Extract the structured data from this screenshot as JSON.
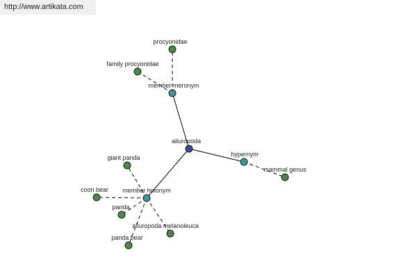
{
  "banner": {
    "url": "http://www.artikata.com"
  },
  "colors": {
    "root": "#3d4c9a",
    "relation": "#3f9898",
    "leaf": "#4b8a42"
  },
  "nodes": [
    {
      "id": "ailuropoda",
      "label": "ailuropoda",
      "kind": "root"
    },
    {
      "id": "member-meronym",
      "label": "member meronym",
      "kind": "relation"
    },
    {
      "id": "hypernym",
      "label": "hypernym",
      "kind": "relation"
    },
    {
      "id": "member-holonym",
      "label": "member holonym",
      "kind": "relation"
    },
    {
      "id": "procyonidae",
      "label": "procyonidae",
      "kind": "leaf"
    },
    {
      "id": "family-procyonidae",
      "label": "family procyonidae",
      "kind": "leaf"
    },
    {
      "id": "mammal-genus",
      "label": "mammal genus",
      "kind": "leaf"
    },
    {
      "id": "giant-panda",
      "label": "giant panda",
      "kind": "leaf"
    },
    {
      "id": "coon-bear",
      "label": "coon bear",
      "kind": "leaf"
    },
    {
      "id": "panda",
      "label": "panda",
      "kind": "leaf"
    },
    {
      "id": "ailuropoda-melanoleuca",
      "label": "ailuropoda melanoleuca",
      "kind": "leaf"
    },
    {
      "id": "panda-bear",
      "label": "panda bear",
      "kind": "leaf"
    }
  ],
  "edges": [
    {
      "from": "ailuropoda",
      "to": "member-meronym",
      "style": "solid"
    },
    {
      "from": "ailuropoda",
      "to": "hypernym",
      "style": "solid"
    },
    {
      "from": "ailuropoda",
      "to": "member-holonym",
      "style": "solid"
    },
    {
      "from": "member-meronym",
      "to": "procyonidae",
      "style": "dashed"
    },
    {
      "from": "member-meronym",
      "to": "family-procyonidae",
      "style": "dashed"
    },
    {
      "from": "hypernym",
      "to": "mammal-genus",
      "style": "dashed"
    },
    {
      "from": "member-holonym",
      "to": "giant-panda",
      "style": "dashed"
    },
    {
      "from": "member-holonym",
      "to": "coon-bear",
      "style": "dashed"
    },
    {
      "from": "member-holonym",
      "to": "panda",
      "style": "dashed"
    },
    {
      "from": "member-holonym",
      "to": "ailuropoda-melanoleuca",
      "style": "dashed"
    },
    {
      "from": "member-holonym",
      "to": "panda-bear",
      "style": "dashed"
    }
  ]
}
